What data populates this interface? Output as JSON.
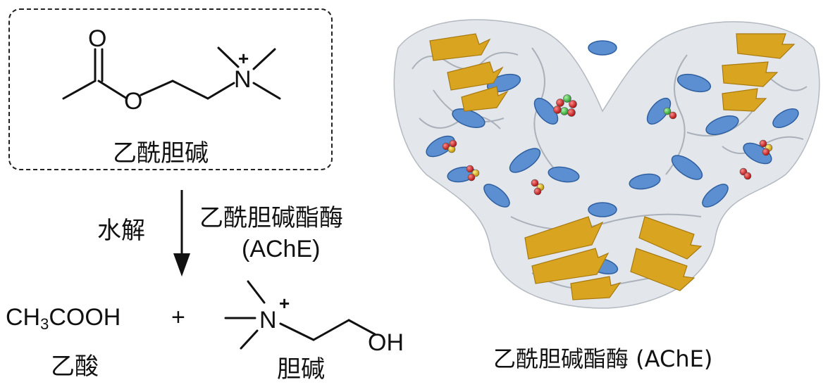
{
  "reactant": {
    "name": "乙酰胆碱",
    "atoms": {
      "o_carbonyl": "O",
      "o_ester": "O",
      "n": "N",
      "charge": "+"
    }
  },
  "reaction": {
    "condition_left": "水解",
    "enzyme_name": "乙酰胆碱酯酶",
    "enzyme_abbr": "(AChE)"
  },
  "products": {
    "acid": {
      "formula_pre": "CH",
      "formula_sub": "3",
      "formula_post": "COOH",
      "name": "乙酸"
    },
    "plus": "+",
    "choline": {
      "name": "胆碱",
      "atoms": {
        "n": "N",
        "charge": "+",
        "oh": "OH"
      }
    }
  },
  "protein": {
    "caption": "乙酰胆碱酯酶 (AChE)"
  },
  "colors": {
    "ink": "#111111",
    "helix": "#5b8fd1",
    "sheet": "#d9a520",
    "coil": "#b9bfc6",
    "oxygen": "#d21a1a",
    "sulfur": "#e0b000",
    "carbon_green": "#3fbf3f",
    "nitrogen": "#2a3fbf"
  }
}
